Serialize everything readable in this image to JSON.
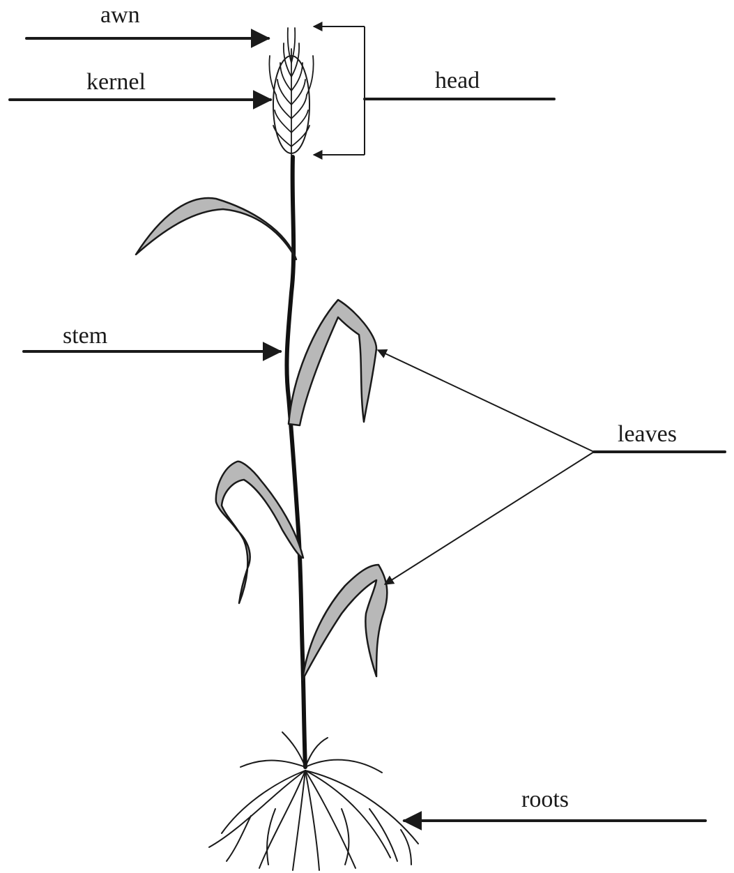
{
  "diagram": {
    "labels": {
      "awn": "awn",
      "kernel": "kernel",
      "head": "head",
      "stem": "stem",
      "leaves": "leaves",
      "roots": "roots"
    }
  }
}
